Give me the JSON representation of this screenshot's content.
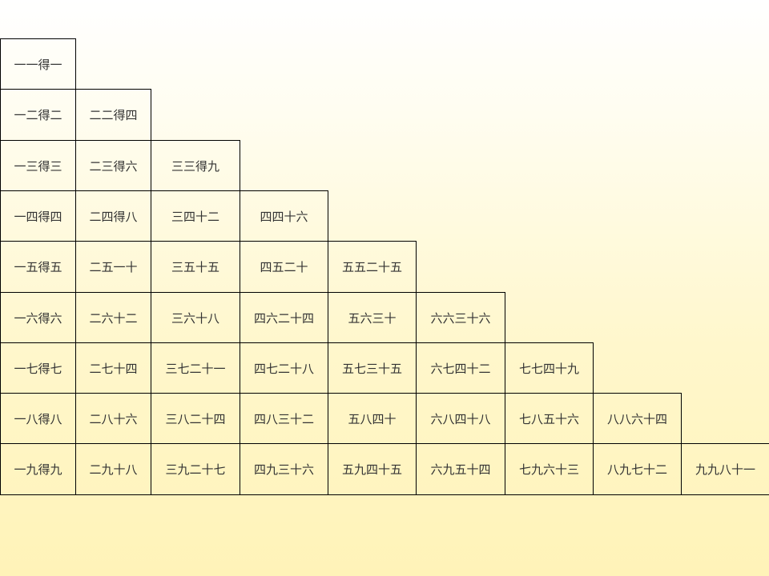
{
  "table": {
    "rows": [
      [
        "一一得一"
      ],
      [
        "一二得二",
        "二二得四"
      ],
      [
        "一三得三",
        "二三得六",
        "三三得九"
      ],
      [
        "一四得四",
        "二四得八",
        "三四十二",
        "四四十六"
      ],
      [
        "一五得五",
        "二五一十",
        "三五十五",
        "四五二十",
        "五五二十五"
      ],
      [
        "一六得六",
        "二六十二",
        "三六十八",
        "四六二十四",
        "五六三十",
        "六六三十六"
      ],
      [
        "一七得七",
        "二七十四",
        "三七二十一",
        "四七二十八",
        "五七三十五",
        "六七四十二",
        "七七四十九"
      ],
      [
        "一八得八",
        "二八十六",
        "三八二十四",
        "四八三十二",
        "五八四十",
        "六八四十八",
        "七八五十六",
        "八八六十四"
      ],
      [
        "一九得九",
        "二九十八",
        "三九二十七",
        "四九三十六",
        "五九四十五",
        "六九五十四",
        "七九六十三",
        "八九七十二",
        "九九八十一"
      ]
    ]
  }
}
